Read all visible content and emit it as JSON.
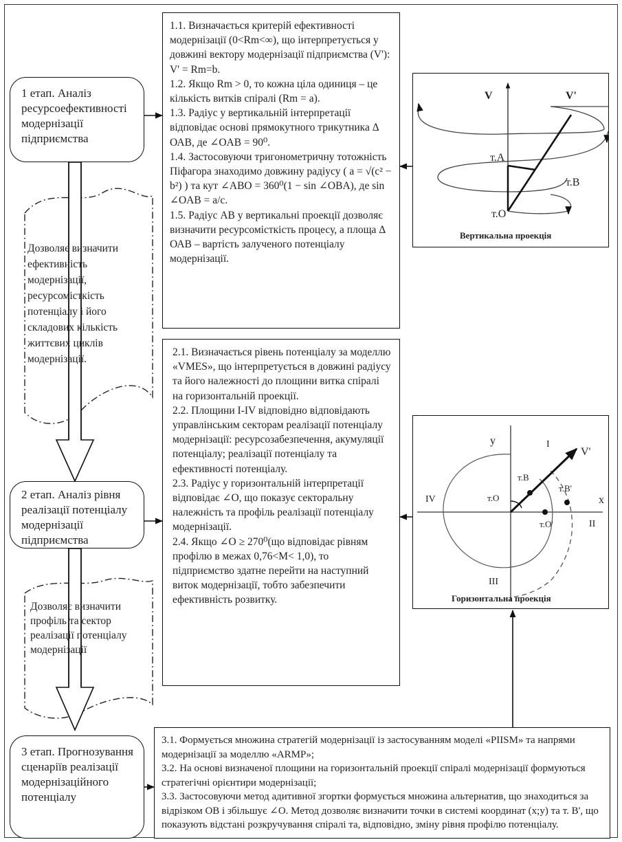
{
  "stages": [
    {
      "label": "1 етап. Аналіз ресурсоефективності модернізації підприємства"
    },
    {
      "label": "2 етап. Аналіз рівня реалізації потенціалу модернізації підприємства"
    },
    {
      "label": "3 етап. Прогнозування сценаріїв реалізації модернізаційного потенціалу"
    }
  ],
  "notes": [
    {
      "text": "Дозволяє визначити ефективність модернізації, ресурсомісткість потенціалу і його складових кількість життєвих циклів модернізації."
    },
    {
      "text": "Дозволяє визначити профіль та сектор реалізації потенціалу модернізації"
    }
  ],
  "block1": {
    "p1": "1.1. Визначається критерій ефективності модернізації (0<Rm<∞), що інтерпретується у довжині вектору модернізації підприємства (V'): V' = Rm=b.",
    "p2": "1.2. Якщо Rm > 0, то кожна ціла одиниця – це кількість витків спіралі (Rm = a).",
    "p3": "1.3. Радіус у вертикальній інтерпретації відповідає основі прямокутного трикутника Δ ОАВ, де ∠OAB = 90⁰.",
    "p4": "1.4. Застосовуючи тригонометричну тотожність Піфагора знаходимо довжину радіусу ( a = √(c² − b²) ) та кут ∠ABO = 360⁰(1 − sin ∠OBA), де sin ∠OAB = a/c.",
    "p5": "1.5. Радіус АВ у вертикальні проекції дозволяє визначити ресурсомісткість процесу, а площа Δ ОАВ – вартість залученого потенціалу модернізації."
  },
  "block2": {
    "p1": "2.1. Визначається рівень потенціалу за моделлю «VMES», що інтерпретується в довжині радіусу та його належності до площини витка спіралі на горизонтальній проекції.",
    "p2": "2.2. Площини I-IV відповідно відповідають управлінським секторам реалізації потенціалу модернізації: ресурсозабезпечення, акумуляції потенціалу; реалізації потенціалу та ефективності потенціалу.",
    "p3": "2.3. Радіус у горизонтальній інтерпретації відповідає ∠O, що показує секторальну належність та профіль реалізації потенціалу модернізації.",
    "p4": "2.4. Якщо ∠O ≥ 270⁰(що відповідає рівням профілю в межах 0,76<M< 1,0), то підприємство здатне перейти на наступний виток модернізації, тобто забезпечити ефективність розвитку."
  },
  "block3": {
    "p1": "3.1. Формується множина стратегій модернізації із застосуванням моделі «PIISM» та напрями модернізації за моделлю «ARMP»;",
    "p2": "3.2. На основі визначеної площини на горизонтальній проекції спіралі модернізації формуються стратегічні орієнтири модернізації;",
    "p3": "3.3. Застосовуючи метод адитивної згортки формується множина альтернатив, що знаходиться за відрізком ОВ і збільшує ∠O. Метод дозволяє визначити точки в системі координат (х;у) та т. В', що показують відстані розкручування спіралі та, відповідно, зміну рівня профілю потенціалу."
  },
  "vertical": {
    "caption": "Вертикальна проекція",
    "labels": {
      "v": "V",
      "v_prime": "V'",
      "a": "т.А",
      "b": "т.В",
      "o": "т.О"
    }
  },
  "horizontal": {
    "caption": "Горизонтальна проекція",
    "labels": {
      "y": "y",
      "x": "x",
      "q1": "I",
      "q2": "II",
      "q3": "III",
      "q4": "IV",
      "v_prime": "V'",
      "b": "т.В",
      "b_prime": "т.В'",
      "o": "т.О",
      "o_prime": "т.О'"
    }
  }
}
